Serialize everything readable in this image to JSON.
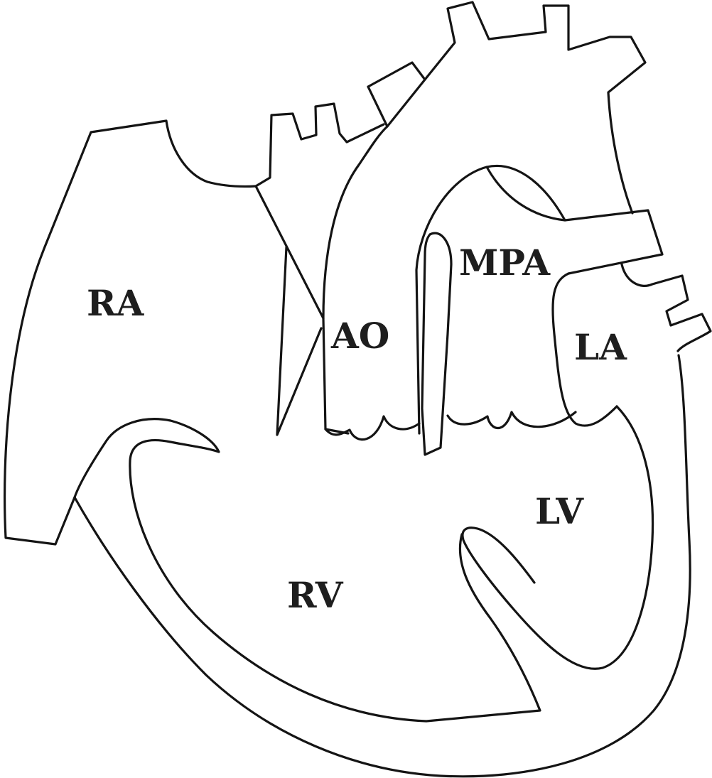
{
  "labels": {
    "ra": "RA",
    "mpa": "MPA",
    "ao": "AO",
    "la": "LA",
    "lv": "LV",
    "rv": "RV"
  },
  "colors": {
    "stroke": "#141414",
    "text": "#1e1e1e",
    "background": "#ffffff"
  }
}
